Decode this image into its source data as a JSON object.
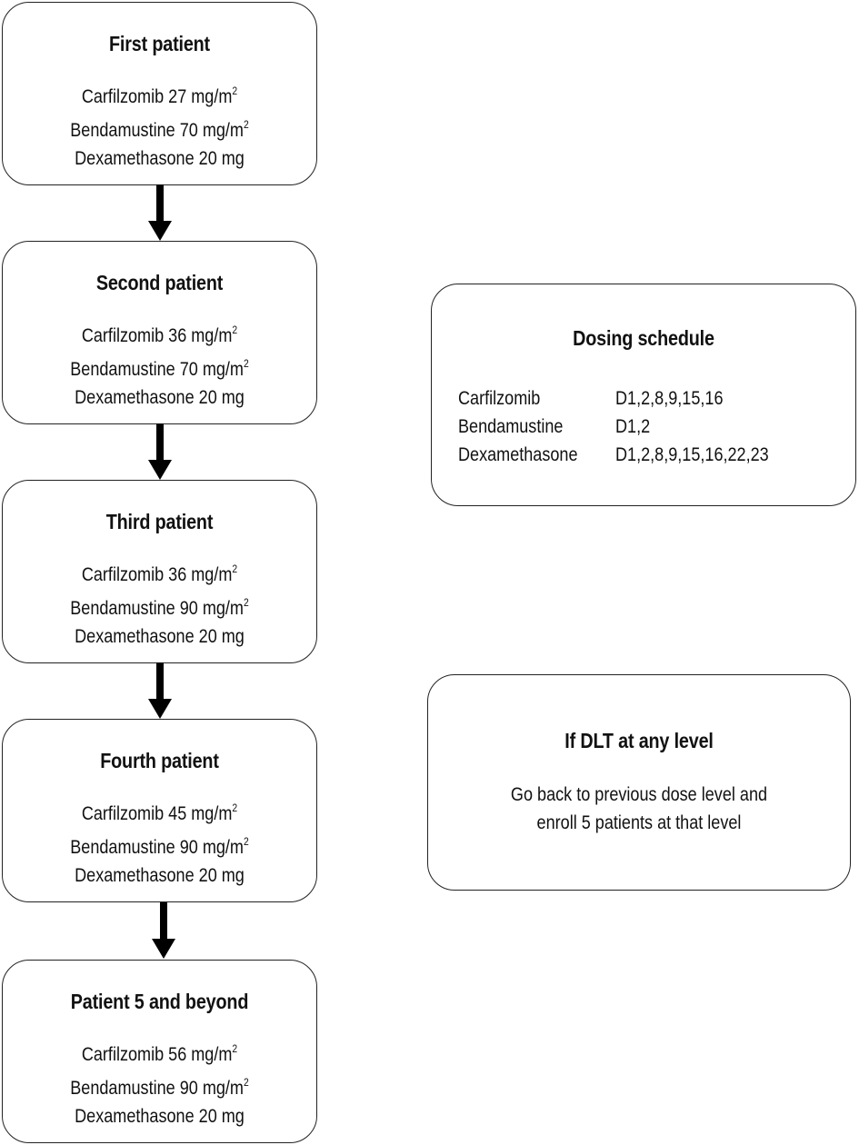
{
  "patients": [
    {
      "title": "First patient",
      "carfilzomib": "Carfilzomib 27 mg/m",
      "carfilzomib_sup": "2",
      "bendamustine": "Bendamustine 70 mg/m",
      "bendamustine_sup": "2",
      "dexamethasone": "Dexamethasone 20 mg"
    },
    {
      "title": "Second patient",
      "carfilzomib": "Carfilzomib 36 mg/m",
      "carfilzomib_sup": "2",
      "bendamustine": "Bendamustine 70 mg/m",
      "bendamustine_sup": "2",
      "dexamethasone": "Dexamethasone 20 mg"
    },
    {
      "title": "Third patient",
      "carfilzomib": "Carfilzomib 36 mg/m",
      "carfilzomib_sup": "2",
      "bendamustine": "Bendamustine 90 mg/m",
      "bendamustine_sup": "2",
      "dexamethasone": "Dexamethasone 20 mg"
    },
    {
      "title": "Fourth patient",
      "carfilzomib": "Carfilzomib 45 mg/m",
      "carfilzomib_sup": "2",
      "bendamustine": "Bendamustine 90 mg/m",
      "bendamustine_sup": "2",
      "dexamethasone": "Dexamethasone 20 mg"
    },
    {
      "title": "Patient 5 and beyond",
      "carfilzomib": "Carfilzomib 56 mg/m",
      "carfilzomib_sup": "2",
      "bendamustine": "Bendamustine 90 mg/m",
      "bendamustine_sup": "2",
      "dexamethasone": "Dexamethasone 20 mg"
    }
  ],
  "dosing_schedule": {
    "title": "Dosing schedule",
    "rows": [
      {
        "drug": "Carfilzomib",
        "days": "D1,2,8,9,15,16"
      },
      {
        "drug": "Bendamustine",
        "days": "D1,2"
      },
      {
        "drug": "Dexamethasone",
        "days": "D1,2,8,9,15,16,22,23"
      }
    ]
  },
  "dlt_rule": {
    "title": "If DLT at any level",
    "line1": "Go back to previous dose level and",
    "line2": "enroll 5 patients at that level"
  }
}
